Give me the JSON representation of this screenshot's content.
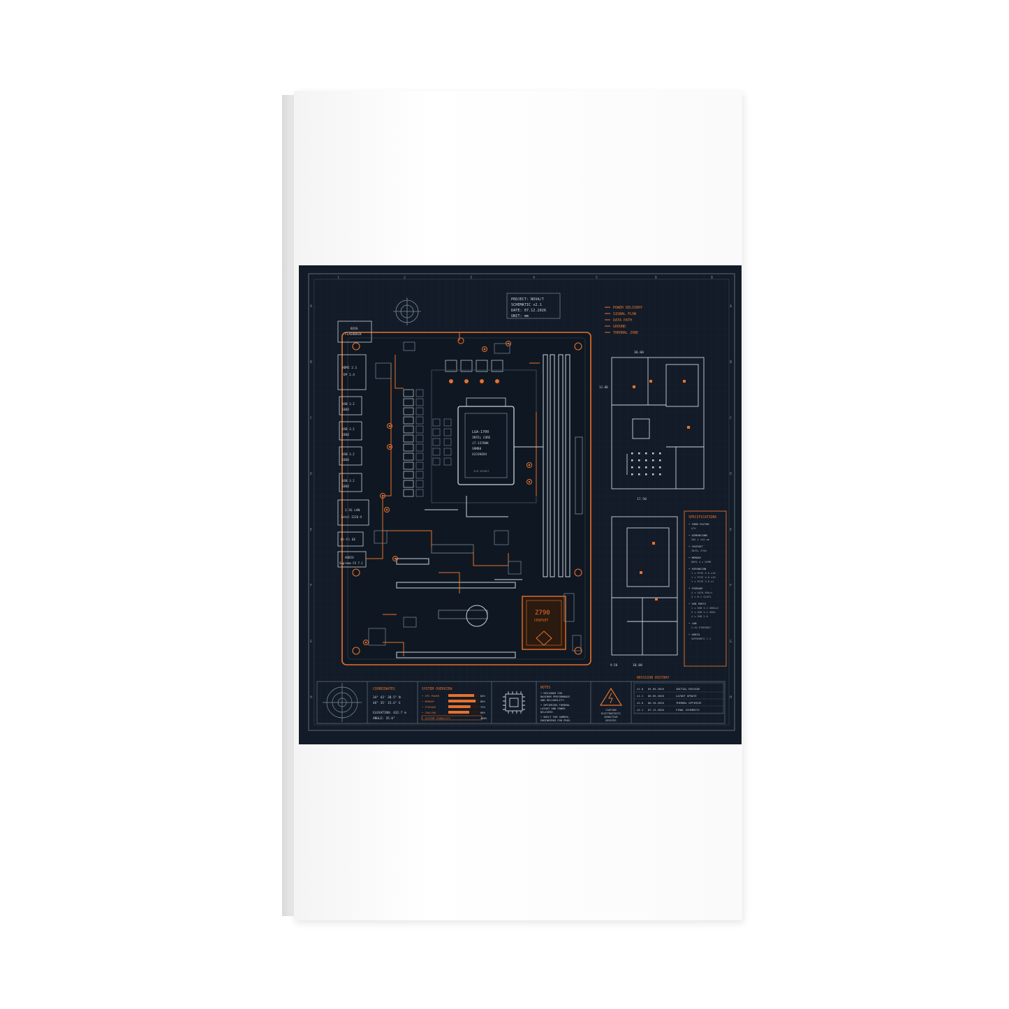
{
  "project": {
    "line1": "PROJECT: NOVA/7",
    "line2": "SCHEMATIC v2.1",
    "line3": "DATE: 07.12.2026",
    "line4": "UNIT: mm"
  },
  "legend": [
    "POWER DELIVERY",
    "SIGNAL FLOW",
    "DATA PATH",
    "GROUND",
    "THERMAL ZONE"
  ],
  "columns": [
    "1",
    "2",
    "3",
    "4",
    "5",
    "6",
    "8"
  ],
  "rows": [
    "A",
    "B",
    "C",
    "D",
    "E",
    "F",
    "G",
    "H"
  ],
  "io": {
    "bios": "BIOS",
    "bios2": "FLASHBACK",
    "hdmi": "HDMI 2.1",
    "dp": "DP 1.4",
    "usb1": "USB 3.2",
    "usb1b": "GEN2",
    "lan": "2.5G LAN",
    "lan2": "Intel I226-V",
    "wifi": "Wi-Fi 6E",
    "audio": "AUDIO",
    "audio2": "Supreme FX 7.1"
  },
  "cpu": {
    "line1": "LGA-1700",
    "line2": "INTEL CORE",
    "line3": "i7-13700K",
    "line4": "SRMB8",
    "line5": "X233K694",
    "line6": "ILM SOCKET"
  },
  "chipset": {
    "name": "Z790",
    "sub": "CHIPSET"
  },
  "dims": {
    "top": "38.00",
    "mid": "17.50",
    "bottom": "18.00",
    "left1": "12.00",
    "left2": "9.50"
  },
  "specs": {
    "title": "SPECIFICATIONS",
    "items": [
      {
        "k": "FORM FACTOR",
        "v": [
          "ATX"
        ]
      },
      {
        "k": "DIMENSIONS",
        "v": [
          "305 x 244 mm"
        ]
      },
      {
        "k": "CHIPSET",
        "v": [
          "INTEL Z790"
        ]
      },
      {
        "k": "MEMORY",
        "v": [
          "DDR5 4 x DIMM"
        ]
      },
      {
        "k": "EXPANSION",
        "v": [
          "1 x PCIE 5.0 x16",
          "1 x PCIE 4.0 x16",
          "1 x PCIE 3.0 x1"
        ]
      },
      {
        "k": "STORAGE",
        "v": [
          "4 x SATA 6Gb/s",
          "3 x M.2 SLOTS"
        ]
      },
      {
        "k": "USB PORTS",
        "v": [
          "1 x USB 3.2 GEN2x2",
          "5 x USB 3.2 GEN2",
          "4 x USB 2.0"
        ]
      },
      {
        "k": "LAN",
        "v": [
          "2.5G ETHERNET"
        ]
      },
      {
        "k": "AUDIO",
        "v": [
          "SUPREMEFX 7.1"
        ]
      }
    ]
  },
  "coordinates": {
    "title": "COORDINATES",
    "lat": "34° 43' 38.5\" N",
    "lon": "46° 35' 15.6\" E",
    "elev": "ELEVATION: 432.7 m",
    "angle": "ANGLE: 35.6°"
  },
  "overview": {
    "title": "SYSTEM OVERVIEW",
    "rows": [
      {
        "label": "CPU POWER",
        "value": 84,
        "text": "84%"
      },
      {
        "label": "MEMORY",
        "value": 89,
        "text": "89%"
      },
      {
        "label": "STORAGE",
        "value": 72,
        "text": "72%"
      },
      {
        "label": "COOLING",
        "value": 68,
        "text": "68%"
      },
      {
        "label": "SYSTEM STABILITY",
        "value": 100,
        "text": "100%"
      }
    ]
  },
  "notes": {
    "title": "NOTES",
    "items": [
      [
        "DESIGNED FOR",
        "MAXIMUM PERFORMANCE",
        "AND RELIABILITY."
      ],
      [
        "OPTIMIZED THERMAL",
        "LAYOUT AND POWER",
        "DELIVERY."
      ],
      [
        "BUILT FOR GAMERS,",
        "ENGINEERED FOR PROS."
      ]
    ]
  },
  "caution": [
    "CAUTION",
    "ELECTROSTATIC",
    "SENSITIVE",
    "DEVICES"
  ],
  "revision": {
    "title": "REVISION HISTORY",
    "rows": [
      {
        "v": "v1.0",
        "date": "05.05.2026",
        "desc": "INITIAL RELEASE"
      },
      {
        "v": "v1.1",
        "date": "06.05.2026",
        "desc": "LAYOUT UPDATE"
      },
      {
        "v": "v2.0",
        "date": "06.20.2026",
        "desc": "THERMAL OPTIMIZE"
      },
      {
        "v": "v2.1",
        "date": "07.12.2026",
        "desc": "FINAL SCHEMATIC"
      }
    ]
  },
  "colors": {
    "accent": "#e8712c",
    "line": "#c9d3dd",
    "bg": "#121b27"
  }
}
